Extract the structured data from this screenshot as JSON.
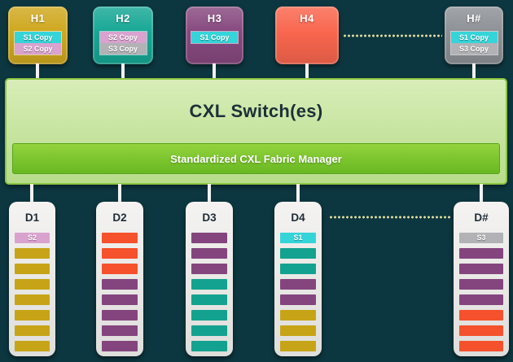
{
  "colors": {
    "background": "#0d3740",
    "cyan_segment": "#35d4d8",
    "pink_segment": "#d9a2cf",
    "silver_segment": "#b2b2b6",
    "gold_segment": "#c7a417",
    "orange_segment": "#f5512c",
    "purple_segment": "#84457e",
    "teal_segment": "#13a28f",
    "dotted_line": "#e3dfa0",
    "switch_fill": "#c8e5a4",
    "fabric_bar_fill": "#76c32b"
  },
  "hosts": [
    {
      "id": "h1",
      "label": "H1",
      "color": "#cfa81f",
      "copies": [
        {
          "label": "S1 Copy",
          "color": "#35d4d8"
        },
        {
          "label": "S2 Copy",
          "color": "#d9a2cf"
        }
      ]
    },
    {
      "id": "h2",
      "label": "H2",
      "color": "#17a795",
      "copies": [
        {
          "label": "S2 Copy",
          "color": "#d9a2cf"
        },
        {
          "label": "S3 Copy",
          "color": "#b2b2b6"
        }
      ]
    },
    {
      "id": "h3",
      "label": "H3",
      "color": "#87497f",
      "copies": [
        {
          "label": "S1 Copy",
          "color": "#35d4d8"
        }
      ]
    },
    {
      "id": "h4",
      "label": "H4",
      "color": "#f9664e",
      "copies": []
    },
    {
      "id": "hn",
      "label": "H#",
      "color": "#8d9196",
      "copies": [
        {
          "label": "S1 Copy",
          "color": "#35d4d8"
        },
        {
          "label": "S3 Copy",
          "color": "#b2b2b6"
        }
      ]
    }
  ],
  "switch": {
    "title": "CXL Switch(es)",
    "fabric_manager_label": "Standardized CXL Fabric Manager"
  },
  "devices": [
    {
      "id": "d1",
      "label": "D1",
      "bars": [
        {
          "label": "S2",
          "color": "#d9a2cf"
        },
        {
          "label": "",
          "color": "#c7a417"
        },
        {
          "label": "",
          "color": "#c7a417"
        },
        {
          "label": "",
          "color": "#c7a417"
        },
        {
          "label": "",
          "color": "#c7a417"
        },
        {
          "label": "",
          "color": "#c7a417"
        },
        {
          "label": "",
          "color": "#c7a417"
        },
        {
          "label": "",
          "color": "#c7a417"
        }
      ]
    },
    {
      "id": "d2",
      "label": "D2",
      "bars": [
        {
          "label": "",
          "color": "#f5512c"
        },
        {
          "label": "",
          "color": "#f5512c"
        },
        {
          "label": "",
          "color": "#f5512c"
        },
        {
          "label": "",
          "color": "#84457e"
        },
        {
          "label": "",
          "color": "#84457e"
        },
        {
          "label": "",
          "color": "#84457e"
        },
        {
          "label": "",
          "color": "#84457e"
        },
        {
          "label": "",
          "color": "#84457e"
        }
      ]
    },
    {
      "id": "d3",
      "label": "D3",
      "bars": [
        {
          "label": "",
          "color": "#84457e"
        },
        {
          "label": "",
          "color": "#84457e"
        },
        {
          "label": "",
          "color": "#84457e"
        },
        {
          "label": "",
          "color": "#13a28f"
        },
        {
          "label": "",
          "color": "#13a28f"
        },
        {
          "label": "",
          "color": "#13a28f"
        },
        {
          "label": "",
          "color": "#13a28f"
        },
        {
          "label": "",
          "color": "#13a28f"
        }
      ]
    },
    {
      "id": "d4",
      "label": "D4",
      "bars": [
        {
          "label": "S1",
          "color": "#35d4d8"
        },
        {
          "label": "",
          "color": "#13a28f"
        },
        {
          "label": "",
          "color": "#13a28f"
        },
        {
          "label": "",
          "color": "#84457e"
        },
        {
          "label": "",
          "color": "#84457e"
        },
        {
          "label": "",
          "color": "#c7a417"
        },
        {
          "label": "",
          "color": "#c7a417"
        },
        {
          "label": "",
          "color": "#c7a417"
        }
      ]
    },
    {
      "id": "dn",
      "label": "D#",
      "bars": [
        {
          "label": "S3",
          "color": "#b2b2b6"
        },
        {
          "label": "",
          "color": "#84457e"
        },
        {
          "label": "",
          "color": "#84457e"
        },
        {
          "label": "",
          "color": "#84457e"
        },
        {
          "label": "",
          "color": "#84457e"
        },
        {
          "label": "",
          "color": "#f5512c"
        },
        {
          "label": "",
          "color": "#f5512c"
        },
        {
          "label": "",
          "color": "#f5512c"
        }
      ]
    }
  ]
}
